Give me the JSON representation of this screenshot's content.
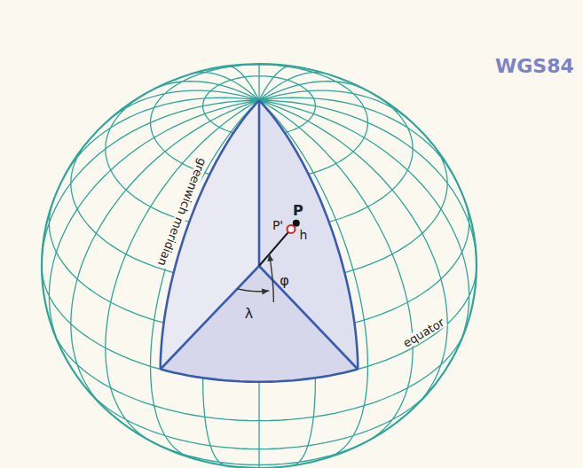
{
  "diagram": {
    "title": "WGS84",
    "labels": [
      "greenwich meridian",
      "equator",
      "P",
      "P'",
      "h",
      "λ",
      "φ"
    ]
  }
}
